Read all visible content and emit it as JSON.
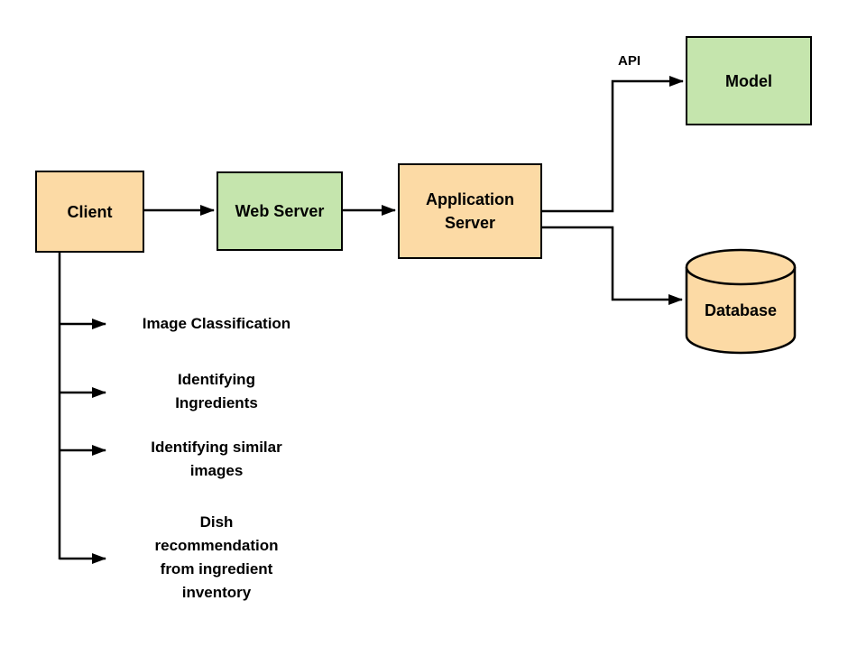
{
  "diagram": {
    "nodes": {
      "client": {
        "label": "Client"
      },
      "web_server": {
        "label": "Web Server"
      },
      "app_server": {
        "label": "Application\nServer"
      },
      "model": {
        "label": "Model"
      },
      "database": {
        "label": "Database"
      }
    },
    "edge_labels": {
      "api": "API"
    },
    "client_features": [
      {
        "label": "Image Classification"
      },
      {
        "label": "Identifying\nIngredients"
      },
      {
        "label": "Identifying similar\nimages"
      },
      {
        "label": "Dish\nrecommendation\nfrom ingredient\ninventory"
      }
    ],
    "colors": {
      "orange_fill": "#FCDAA5",
      "green_fill": "#C5E5AD",
      "line": "#000000",
      "background": "#FFFFFF"
    }
  }
}
